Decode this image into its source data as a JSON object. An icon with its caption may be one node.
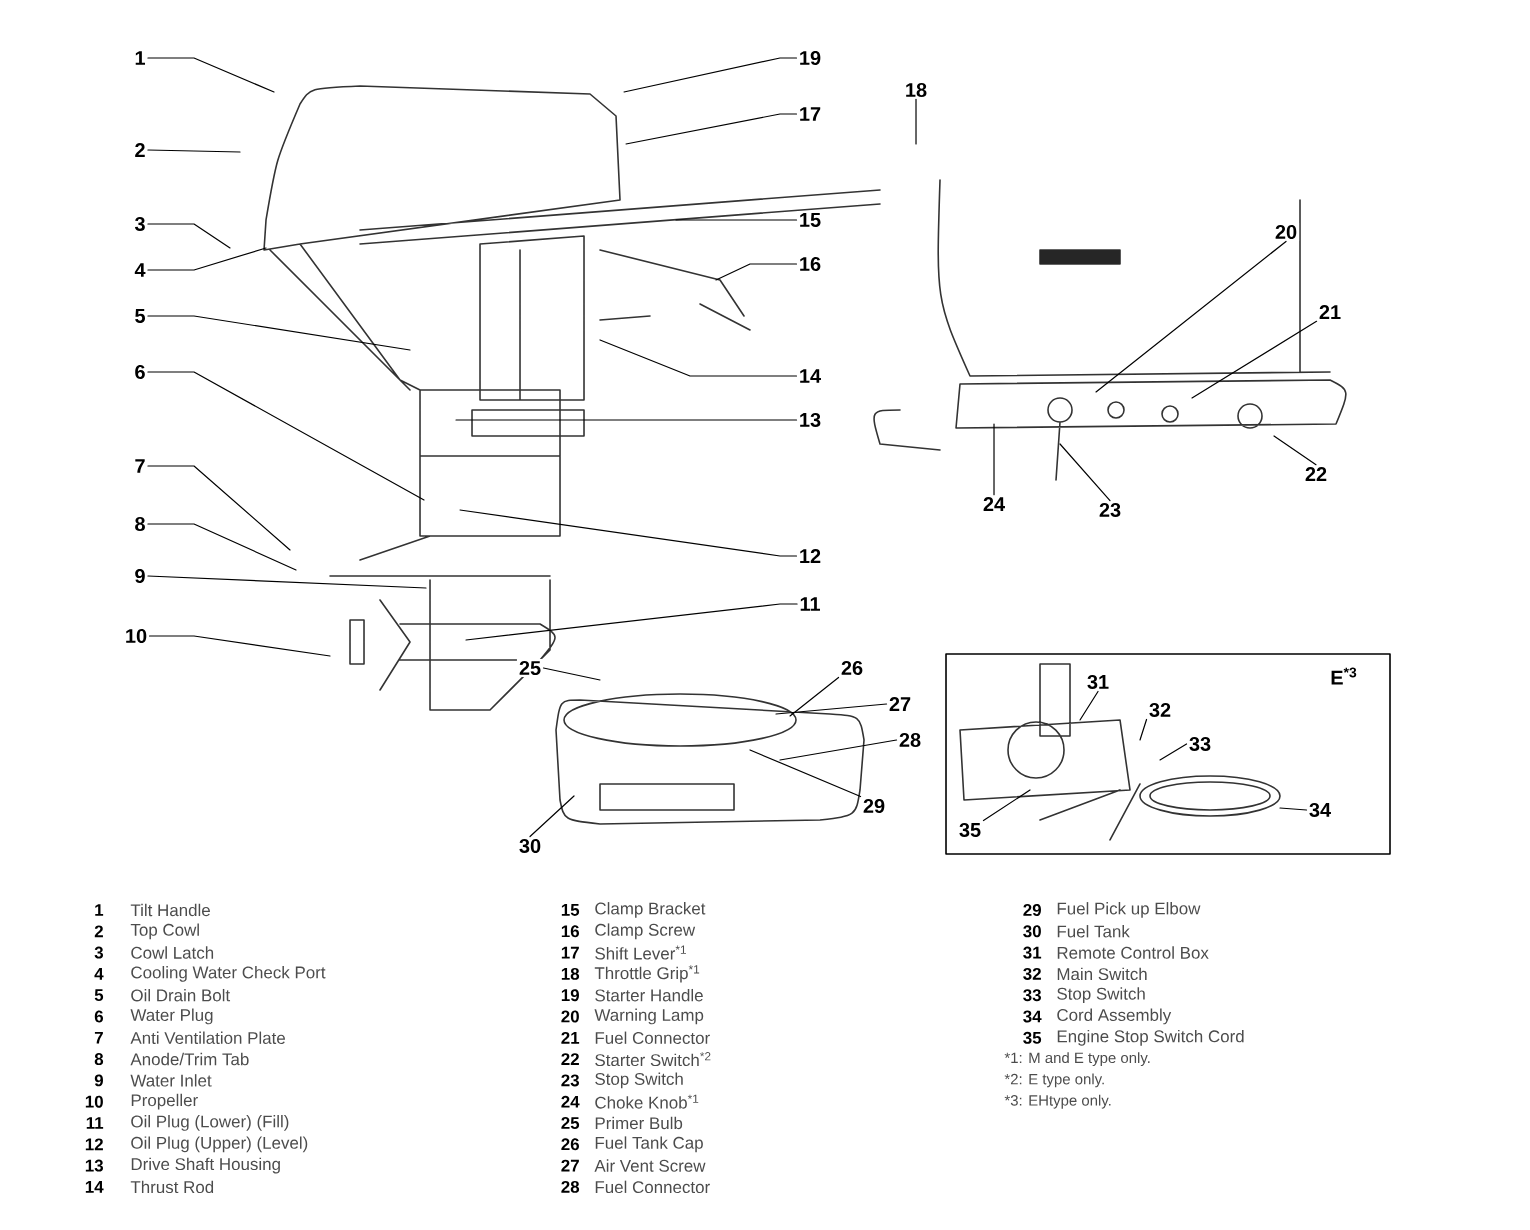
{
  "diagram": {
    "nodes": [
      {
        "text": [
          "1"
        ]
      },
      {
        "text": [
          "2"
        ]
      },
      {
        "text": [
          "3"
        ]
      },
      {
        "text": [
          "4"
        ]
      },
      {
        "text": [
          "5"
        ]
      },
      {
        "text": [
          "6"
        ]
      },
      {
        "text": [
          "7"
        ]
      },
      {
        "text": [
          "8"
        ]
      },
      {
        "text": [
          "9"
        ]
      },
      {
        "text": [
          "10"
        ]
      },
      {
        "text": [
          "11"
        ]
      },
      {
        "text": [
          "12"
        ]
      },
      {
        "text": [
          "13"
        ]
      },
      {
        "text": [
          "14"
        ]
      },
      {
        "text": [
          "15"
        ]
      },
      {
        "text": [
          "16"
        ]
      },
      {
        "text": [
          "17"
        ]
      },
      {
        "text": [
          "18"
        ]
      },
      {
        "text": [
          "19"
        ]
      },
      {
        "text": [
          "20"
        ]
      },
      {
        "text": [
          "21"
        ]
      },
      {
        "text": [
          "22"
        ]
      },
      {
        "text": [
          "23"
        ]
      },
      {
        "text": [
          "24"
        ]
      },
      {
        "text": [
          "25"
        ]
      },
      {
        "text": [
          "26"
        ]
      },
      {
        "text": [
          "27"
        ]
      },
      {
        "text": [
          "28"
        ]
      },
      {
        "text": [
          "29"
        ]
      },
      {
        "text": [
          "30"
        ]
      },
      {
        "text": [
          "31"
        ]
      },
      {
        "text": [
          "32"
        ]
      },
      {
        "text": [
          "33"
        ]
      },
      {
        "text": [
          "34"
        ]
      },
      {
        "text": [
          "35"
        ]
      }
    ],
    "edges": [
      {
        "from": 0,
        "to": null,
        "arrow": "none"
      },
      {
        "from": 1,
        "to": null,
        "arrow": "none"
      },
      {
        "from": 2,
        "to": null,
        "arrow": "none"
      },
      {
        "from": 3,
        "to": null,
        "arrow": "none"
      },
      {
        "from": 4,
        "to": null,
        "arrow": "none"
      },
      {
        "from": 5,
        "to": null,
        "arrow": "none"
      },
      {
        "from": 6,
        "to": null,
        "arrow": "none"
      },
      {
        "from": 7,
        "to": null,
        "arrow": "none"
      },
      {
        "from": 8,
        "to": null,
        "arrow": "none"
      },
      {
        "from": 9,
        "to": null,
        "arrow": "none"
      },
      {
        "from": 10,
        "to": null,
        "arrow": "none"
      },
      {
        "from": 11,
        "to": null,
        "arrow": "none"
      },
      {
        "from": 12,
        "to": null,
        "arrow": "none"
      },
      {
        "from": 13,
        "to": null,
        "arrow": "none"
      },
      {
        "from": 14,
        "to": null,
        "arrow": "none"
      },
      {
        "from": 15,
        "to": null,
        "arrow": "none"
      },
      {
        "from": 16,
        "to": null,
        "arrow": "none"
      },
      {
        "from": 17,
        "to": null,
        "arrow": "none"
      },
      {
        "from": 18,
        "to": null,
        "arrow": "none"
      },
      {
        "from": 19,
        "to": null,
        "arrow": "none"
      },
      {
        "from": 20,
        "to": null,
        "arrow": "none"
      },
      {
        "from": 21,
        "to": null,
        "arrow": "none"
      },
      {
        "from": 22,
        "to": null,
        "arrow": "none"
      },
      {
        "from": 23,
        "to": null,
        "arrow": "none"
      },
      {
        "from": 24,
        "to": null,
        "arrow": "none"
      },
      {
        "from": 25,
        "to": null,
        "arrow": "none"
      },
      {
        "from": 26,
        "to": null,
        "arrow": "none"
      },
      {
        "from": 27,
        "to": null,
        "arrow": "none"
      },
      {
        "from": 28,
        "to": null,
        "arrow": "none"
      },
      {
        "from": 29,
        "to": null,
        "arrow": "none"
      },
      {
        "from": 30,
        "to": null,
        "arrow": "none"
      },
      {
        "from": 31,
        "to": null,
        "arrow": "none"
      },
      {
        "from": 32,
        "to": null,
        "arrow": "none"
      },
      {
        "from": 33,
        "to": null,
        "arrow": "none"
      },
      {
        "from": 34,
        "to": null,
        "arrow": "none"
      }
    ],
    "labels": [
      "E$^{*3}$",
      "1",
      "Tilt Handle",
      "2",
      "Top Cowl",
      "3",
      "Cowl Latch",
      "4",
      "Cooling Water Check Port",
      "5",
      "Oil Drain Bolt",
      "6",
      "Water Plug",
      "7",
      "Anti Ventilation Plate",
      "8",
      "Anode/Trim Tab",
      "9",
      "Water Inlet",
      "10",
      "Propeller",
      "11",
      "Oil Plug (Lower) (Fill)",
      "12",
      "Oil Plug (Upper) (Level)",
      "13",
      "Drive Shaft Housing",
      "14",
      "Thrust Rod",
      "15",
      "Clamp Bracket",
      "16",
      "Clamp Screw",
      "17",
      "Shift Lever$^{*1}$",
      "18",
      "Throttle Grip$^{*1}$",
      "19",
      "Starter Handle",
      "20",
      "Warning Lamp",
      "21",
      "Fuel Connector",
      "22",
      "Starter Switch$^{*2}$",
      "23",
      "Stop Switch",
      "24",
      "Choke Knob$^{*1}$",
      "25",
      "Primer Bulb",
      "26",
      "Fuel Tank Cap",
      "27",
      "Air Vent Screw",
      "28",
      "Fuel Connector",
      "29",
      "Fuel Pick up Elbow",
      "30",
      "Fuel Tank",
      "31",
      "Remote Control Box",
      "32",
      "Main Switch",
      "33",
      "Stop Switch",
      "34",
      "Cord Assembly",
      "35",
      "Engine Stop Switch Cord",
      "*1: M and E type only.",
      "*2: E type only.",
      "*3: EHtype only."
    ]
  }
}
